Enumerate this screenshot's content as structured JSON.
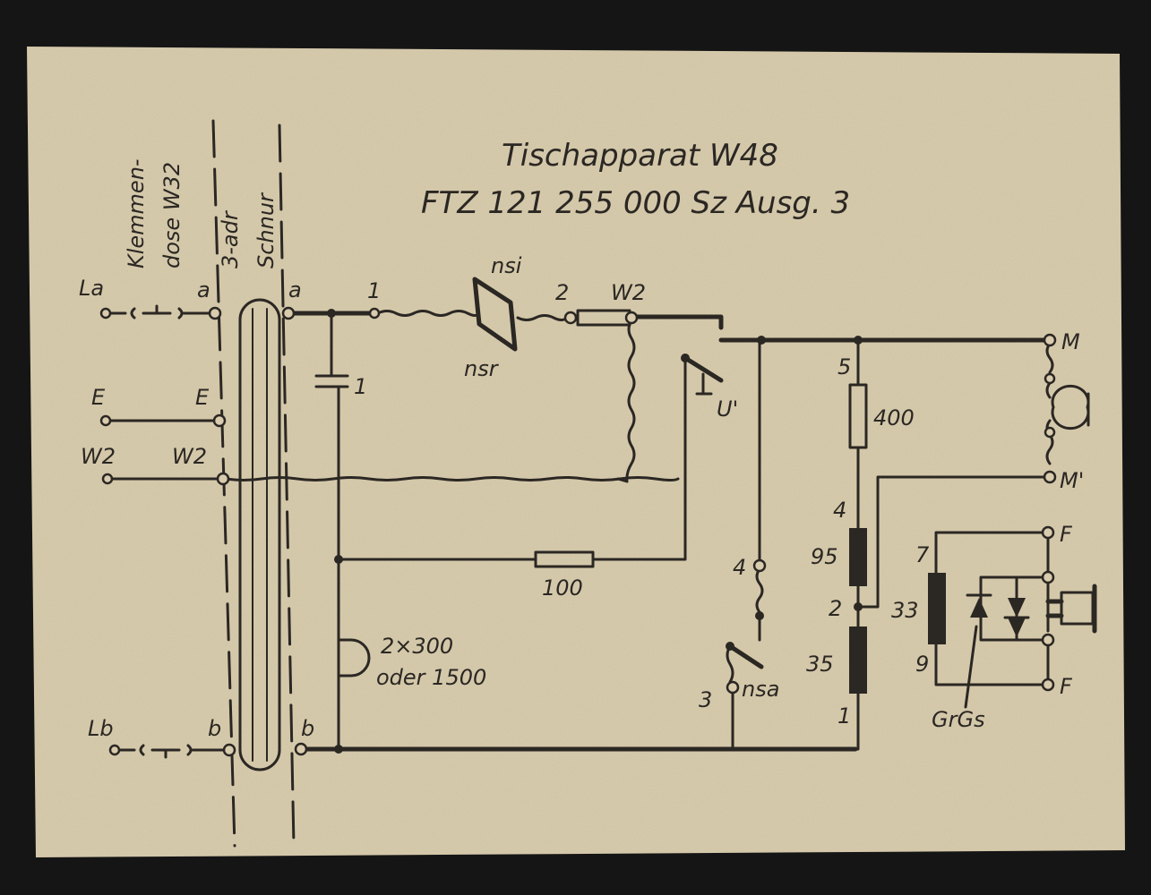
{
  "title": {
    "line1": "Tischapparat W48",
    "line2": "FTZ 121 255 000 Sz Ausg. 3"
  },
  "headers": {
    "klemmendose": "Klemmen-",
    "dose": "dose W32",
    "adr": "3-adr",
    "schnur": "Schnur"
  },
  "terminals": {
    "la": "La",
    "a_left": "a",
    "a_right": "a",
    "e_left": "E",
    "e_right": "E",
    "w2_left": "W2",
    "w2_right": "W2",
    "lb": "Lb",
    "b_left": "b",
    "b_right": "b",
    "m": "M",
    "m_prime": "M'",
    "f_top": "F",
    "f_bottom": "F"
  },
  "components": {
    "node1": "1",
    "node2": "2",
    "w2_resistor": "W2",
    "nsi": "nsi",
    "nsr": "nsr",
    "capacitor": "1",
    "hook_switch": "U'",
    "resistor_100": "100",
    "bell": "2×300",
    "bell_alt": "oder 1500",
    "nsa": "nsa",
    "nsa_contact_4": "4",
    "nsa_contact_3": "3",
    "node5": "5",
    "r400": "400",
    "node4": "4",
    "r95": "95",
    "node_2": "2",
    "r35": "35",
    "node_1": "1",
    "node7": "7",
    "r33": "33",
    "node9": "9",
    "rectifier": "GrGs"
  },
  "colors": {
    "paper": "#d6c9a8",
    "ink": "#2b2723",
    "background": "#151515"
  }
}
